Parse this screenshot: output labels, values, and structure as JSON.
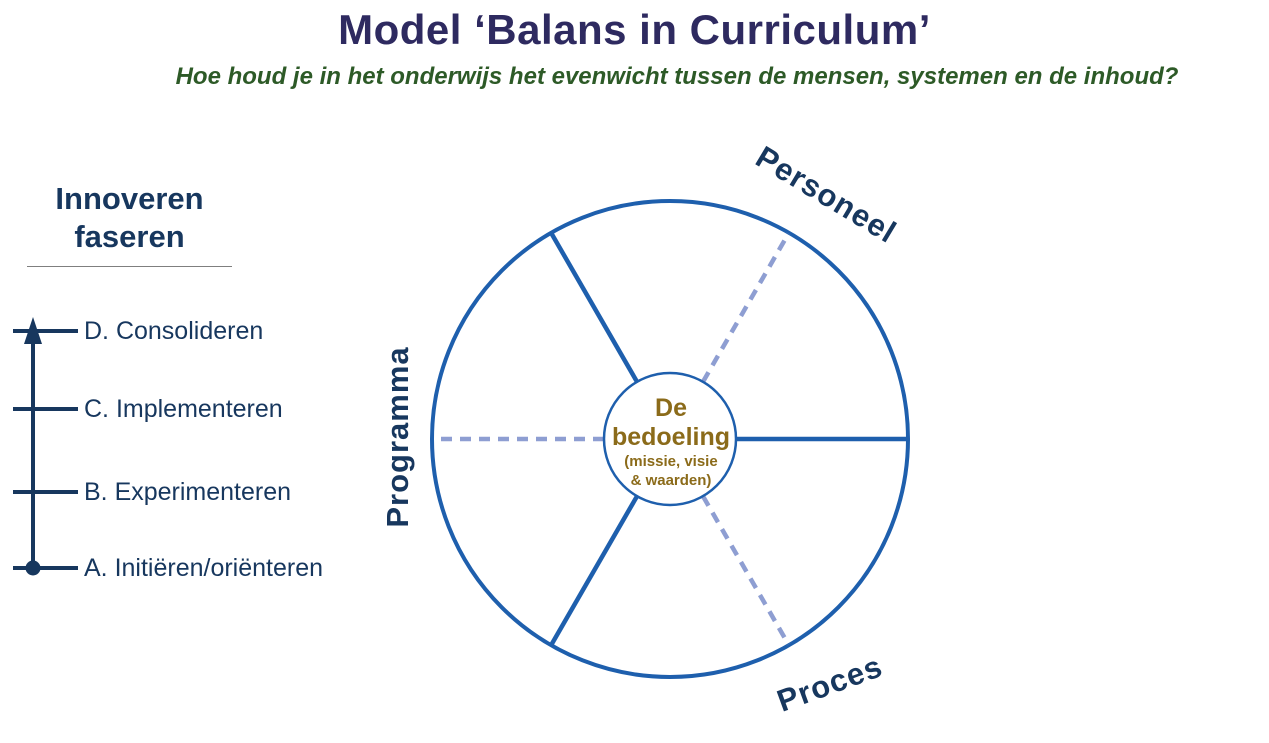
{
  "header": {
    "title": "Model ‘Balans in Curriculum’",
    "subtitle": "Hoe houd je in het onderwijs het evenwicht tussen de mensen, systemen en de inhoud?"
  },
  "sidebar": {
    "heading_line1": "Innoveren",
    "heading_line2": "faseren",
    "phases": [
      {
        "label": "D. Consolideren"
      },
      {
        "label": "C. Implementeren"
      },
      {
        "label": "B. Experimenteren"
      },
      {
        "label": "A. Initiëren/oriënteren"
      }
    ]
  },
  "diagram": {
    "labels": {
      "top_right": "Personeel",
      "left": "Programma",
      "bottom_right": "Proces"
    },
    "center": {
      "line1": "De",
      "line2": "bedoeling",
      "line3": "(missie, visie",
      "line4": "& waarden)"
    }
  },
  "colors": {
    "title": "#2e2a60",
    "subtitle_green": "#2d5a27",
    "navy": "#17375e",
    "circle_blue": "#1e5fad",
    "dashed_blue": "#8e9ed2",
    "gold": "#8b6b1a",
    "separator_gray": "#7f7f7f"
  }
}
